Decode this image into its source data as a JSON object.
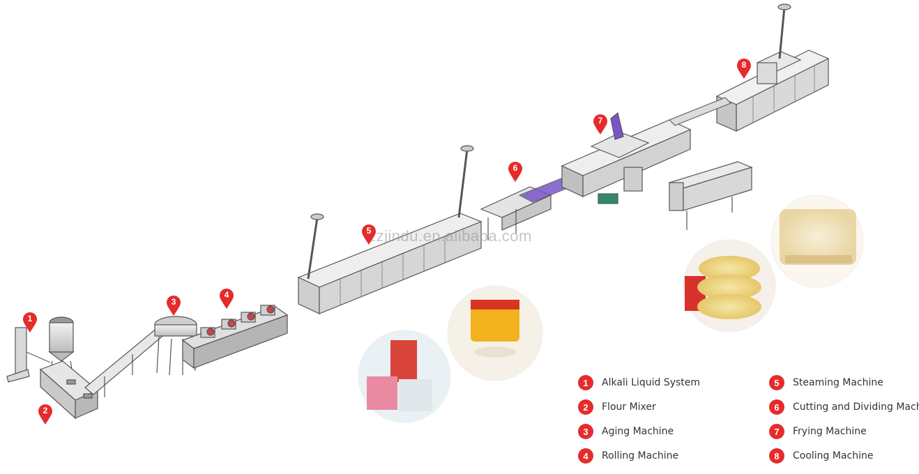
{
  "watermark": "zzjindu.en.alibaba.com",
  "legend": [
    {
      "num": "1",
      "label": "Alkali Liquid System"
    },
    {
      "num": "2",
      "label": "Flour Mixer"
    },
    {
      "num": "3",
      "label": "Aging Machine"
    },
    {
      "num": "4",
      "label": "Rolling Machine"
    },
    {
      "num": "5",
      "label": "Steaming Machine"
    },
    {
      "num": "6",
      "label": "Cutting and Dividing Machine"
    },
    {
      "num": "7",
      "label": "Frying Machine"
    },
    {
      "num": "8",
      "label": "Cooling Machine"
    }
  ],
  "markers": [
    "1",
    "2",
    "3",
    "4",
    "5",
    "6",
    "7",
    "8"
  ],
  "colors": {
    "marker": "#e52b2b",
    "machine_fill": "#dedede",
    "machine_stroke": "#555555",
    "accent_purple": "#7a55c8"
  }
}
